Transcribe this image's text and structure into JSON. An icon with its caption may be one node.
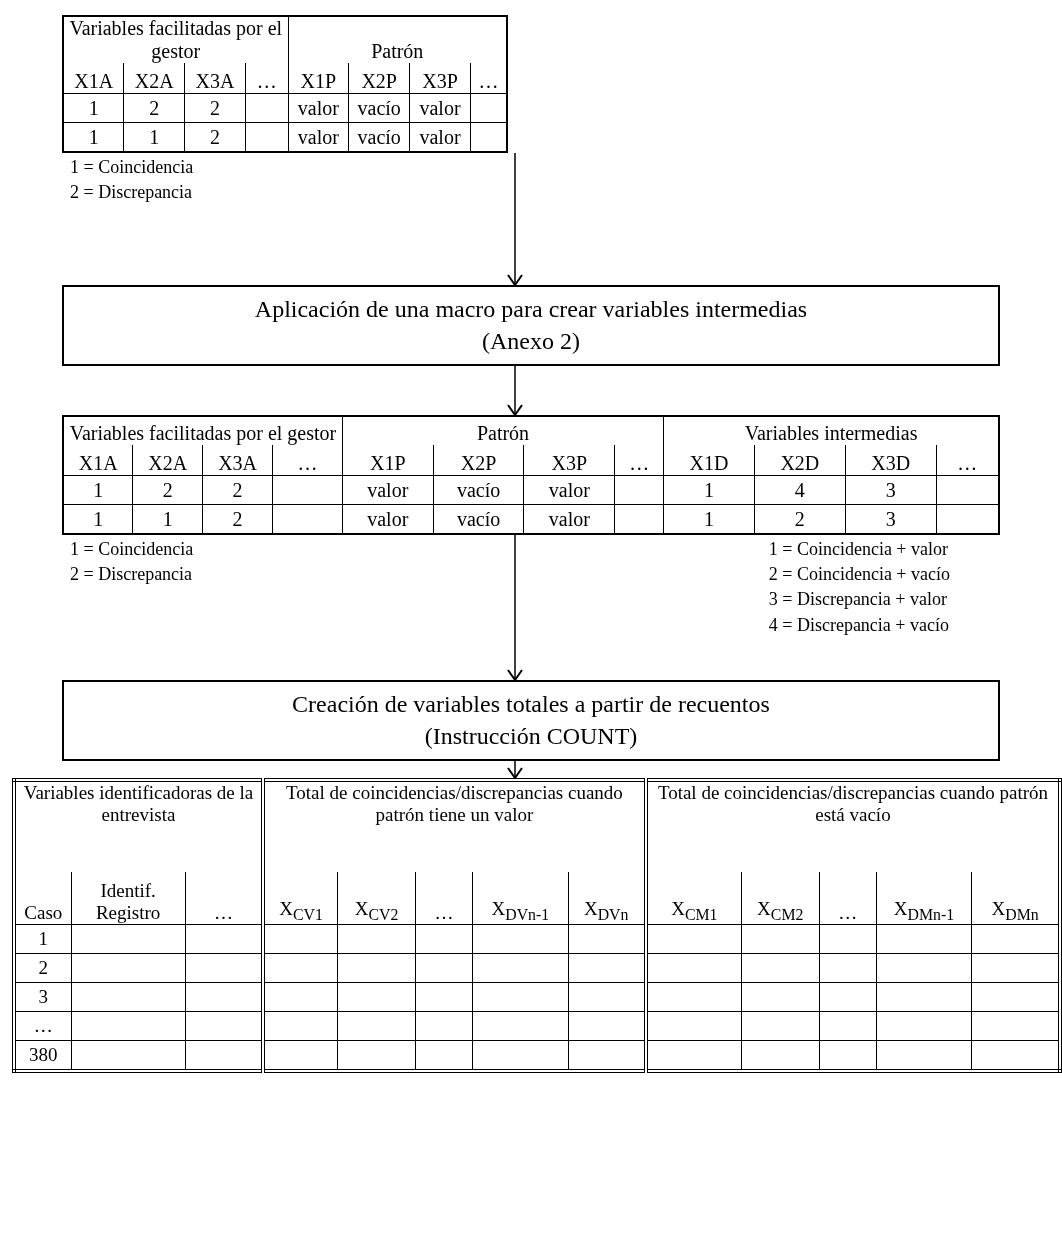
{
  "diagram": {
    "nodes": [
      {
        "text": [
          "Variables facilitadas por el gestor",
          "Patrón",
          "X1A",
          "X2A",
          "X3A",
          "…",
          "X1P",
          "X2P",
          "X3P",
          "…",
          "1",
          "2",
          "2",
          "valor",
          "vacío",
          "valor",
          "1",
          "1",
          "2",
          "valor",
          "vacío",
          "valor"
        ],
        "beside": [
          "1 = Coincidencia",
          "2 = Discrepancia"
        ]
      },
      {
        "text": [
          "Aplicación de una macro para crear variables intermedias",
          "(Anexo 2)"
        ]
      },
      {
        "text": [
          "Variables facilitadas por el gestor",
          "Patrón",
          "Variables intermedias",
          "X1A",
          "X2A",
          "X3A",
          "…",
          "X1P",
          "X2P",
          "X3P",
          "…",
          "X1D",
          "X2D",
          "X3D",
          "…",
          "1",
          "2",
          "2",
          "valor",
          "vacío",
          "valor",
          "1",
          "4",
          "3",
          "1",
          "1",
          "2",
          "valor",
          "vacío",
          "valor",
          "1",
          "2",
          "3"
        ],
        "beside": [
          "1 = Coincidencia",
          "2 = Discrepancia",
          "1 = Coincidencia + valor",
          "2 = Coincidencia + vacío",
          "3 = Discrepancia + valor",
          "4 = Discrepancia + vacío"
        ]
      },
      {
        "text": [
          "Creación de variables totales a partir de recuentos",
          "(Instrucción COUNT)"
        ]
      },
      {
        "text": [
          "Variables identificadoras de la entrevista",
          "Total de coincidencias/discrepancias cuando patrón tiene un valor",
          "Total de coincidencias/discrepancias cuando patrón está vacío",
          "Caso",
          "Identif. Registro",
          "…",
          "X$_{CV1}$",
          "X$_{CV2}$",
          "…",
          "X$_{DVn-1}$",
          "X$_{DVn}$",
          "X$_{CM1}$",
          "X$_{CM2}$",
          "…",
          "X$_{DMn-1}$",
          "X$_{DMn}$",
          "1",
          "2",
          "3",
          "…",
          "380"
        ]
      }
    ],
    "edges": [
      {
        "from": 0,
        "to": 1,
        "arrow": "to"
      },
      {
        "from": 1,
        "to": 2,
        "arrow": "to"
      },
      {
        "from": 2,
        "to": 3,
        "arrow": "to"
      },
      {
        "from": 3,
        "to": 4,
        "arrow": "to"
      }
    ]
  }
}
